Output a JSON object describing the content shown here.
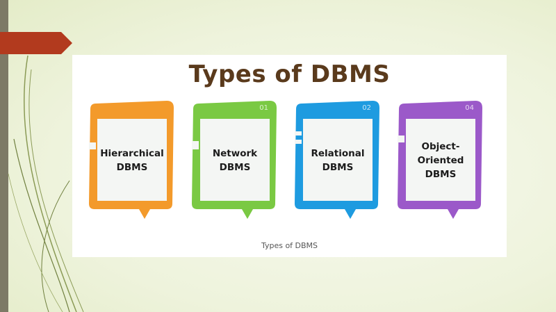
{
  "title": "Types of DBMS",
  "caption": "Types of DBMS",
  "cards": [
    {
      "label": "Hierarchical\nDBMS",
      "number": "",
      "color": "#f39a2b"
    },
    {
      "label": "Network\nDBMS",
      "number": "01",
      "color": "#7ac943"
    },
    {
      "label": "Relational\nDBMS",
      "number": "02",
      "color": "#1e9be0"
    },
    {
      "label": "Object-\nOriented\nDBMS",
      "number": "04",
      "color": "#9b59c9"
    }
  ],
  "colors": {
    "banner": "#b23a1e",
    "side_bar": "#7d7a66",
    "title_text": "#5a3a1c"
  }
}
